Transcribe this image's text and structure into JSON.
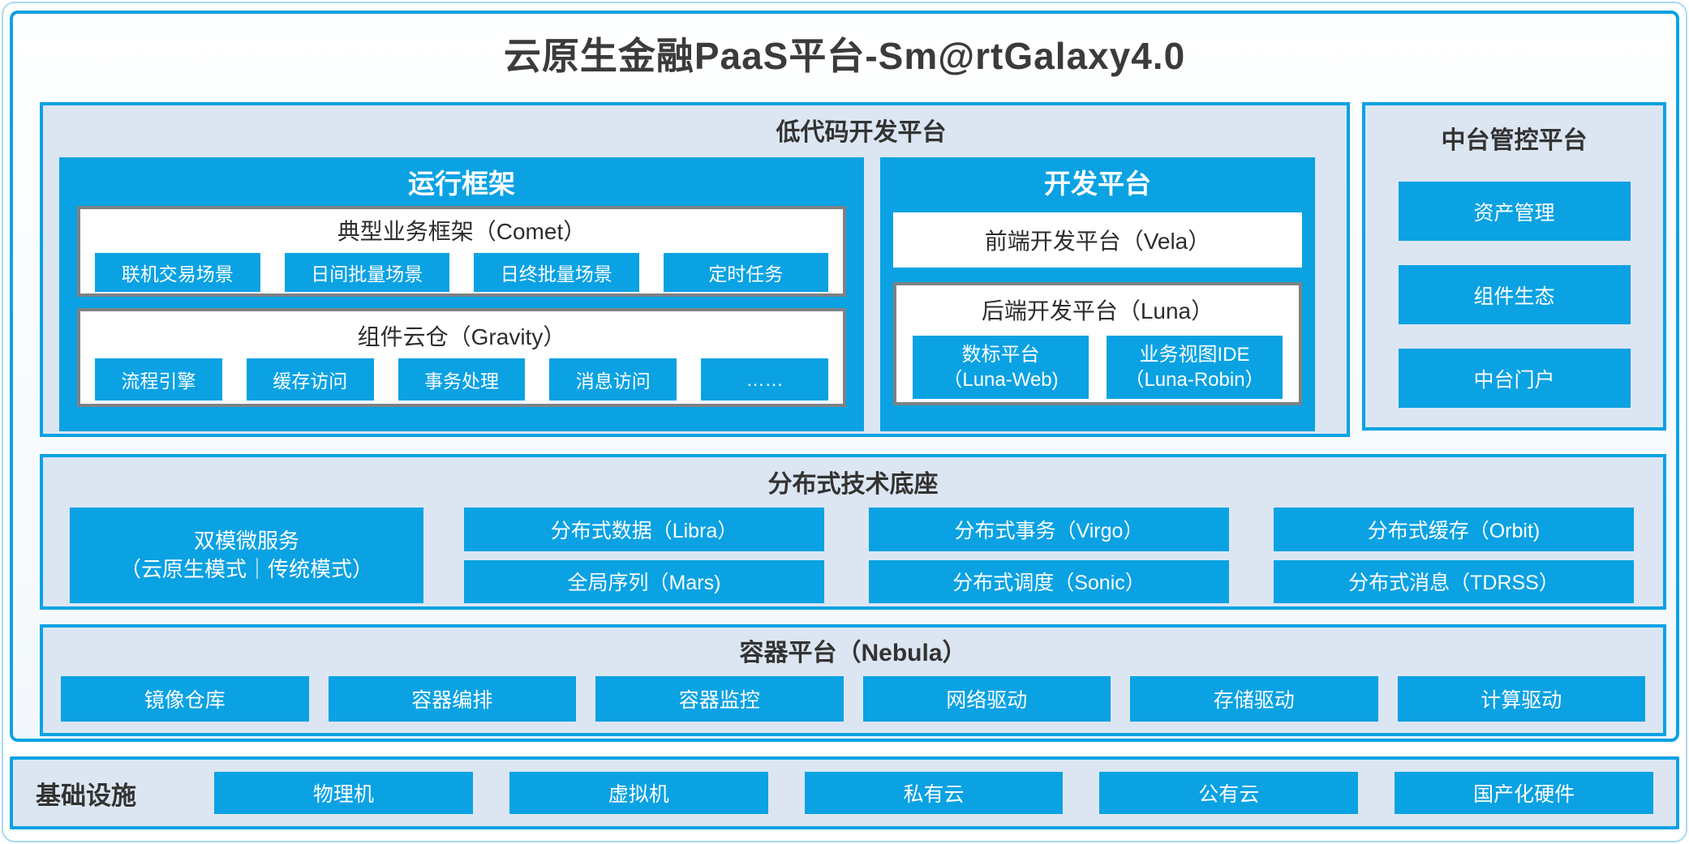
{
  "title": "云原生金融PaaS平台-Sm@rtGalaxy4.0",
  "colors": {
    "accent": "#0AA2E3",
    "panel_bg": "#DCE6F2",
    "box_border": "#7D8286",
    "text_dark": "#3B3B3B"
  },
  "low_code": {
    "label": "低代码开发平台",
    "runtime": {
      "label": "运行框架",
      "comet": {
        "label": "典型业务框架（Comet）",
        "items": [
          "联机交易场景",
          "日间批量场景",
          "日终批量场景",
          "定时任务"
        ]
      },
      "gravity": {
        "label": "组件云仓（Gravity）",
        "items": [
          "流程引擎",
          "缓存访问",
          "事务处理",
          "消息访问",
          "……"
        ]
      }
    },
    "dev": {
      "label": "开发平台",
      "vela": {
        "label": "前端开发平台（Vela）"
      },
      "luna": {
        "label": "后端开发平台（Luna）",
        "items": [
          {
            "line1": "数标平台",
            "line2": "（Luna-Web)"
          },
          {
            "line1": "业务视图IDE",
            "line2": "（Luna-Robin）"
          }
        ]
      }
    }
  },
  "mid_platform": {
    "label": "中台管控平台",
    "items": [
      "资产管理",
      "组件生态",
      "中台门户"
    ]
  },
  "distributed": {
    "label": "分布式技术底座",
    "dual_mode": {
      "line1": "双模微服务",
      "line2": "（云原生模式｜传统模式）"
    },
    "grid": [
      [
        "分布式数据（Libra）",
        "分布式事务（Virgo）",
        "分布式缓存（Orbit)"
      ],
      [
        "全局序列（Mars)",
        "分布式调度（Sonic）",
        "分布式消息（TDRSS）"
      ]
    ]
  },
  "container_platform": {
    "label": "容器平台（Nebula）",
    "items": [
      "镜像仓库",
      "容器编排",
      "容器监控",
      "网络驱动",
      "存储驱动",
      "计算驱动"
    ]
  },
  "infrastructure": {
    "label": "基础设施",
    "items": [
      "物理机",
      "虚拟机",
      "私有云",
      "公有云",
      "国产化硬件"
    ]
  }
}
